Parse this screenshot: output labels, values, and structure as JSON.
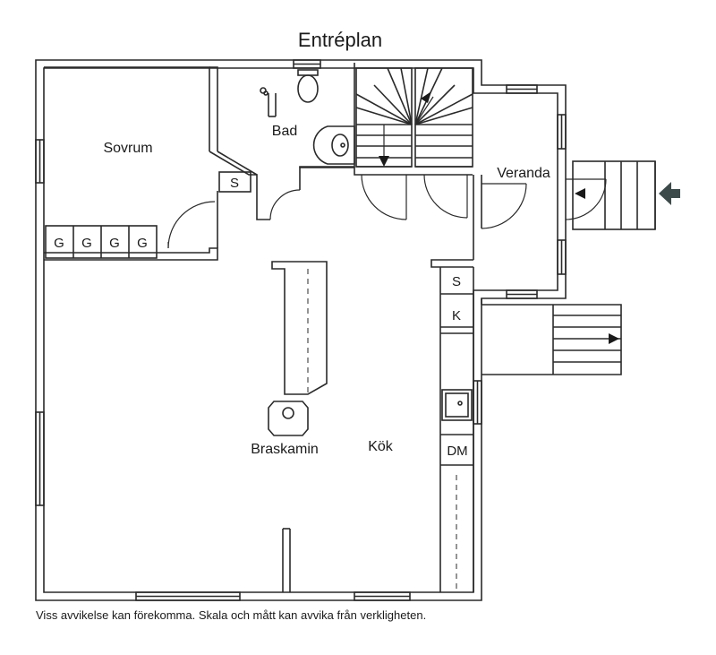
{
  "title": "Entréplan",
  "disclaimer": "Viss avvikelse kan förekomma. Skala och mått kan avvika från verkligheten.",
  "rooms": {
    "sovrum": "Sovrum",
    "bad": "Bad",
    "veranda": "Veranda",
    "braskamin": "Braskamin",
    "kok": "Kök"
  },
  "fixtures": {
    "s_bedroom": "S",
    "g1": "G",
    "g2": "G",
    "g3": "G",
    "g4": "G",
    "s_kitchen": "S",
    "k_kitchen": "K",
    "dm_kitchen": "DM"
  },
  "colors": {
    "wall": "#2a2a2a",
    "entry_arrow": "#3d4a4a"
  }
}
